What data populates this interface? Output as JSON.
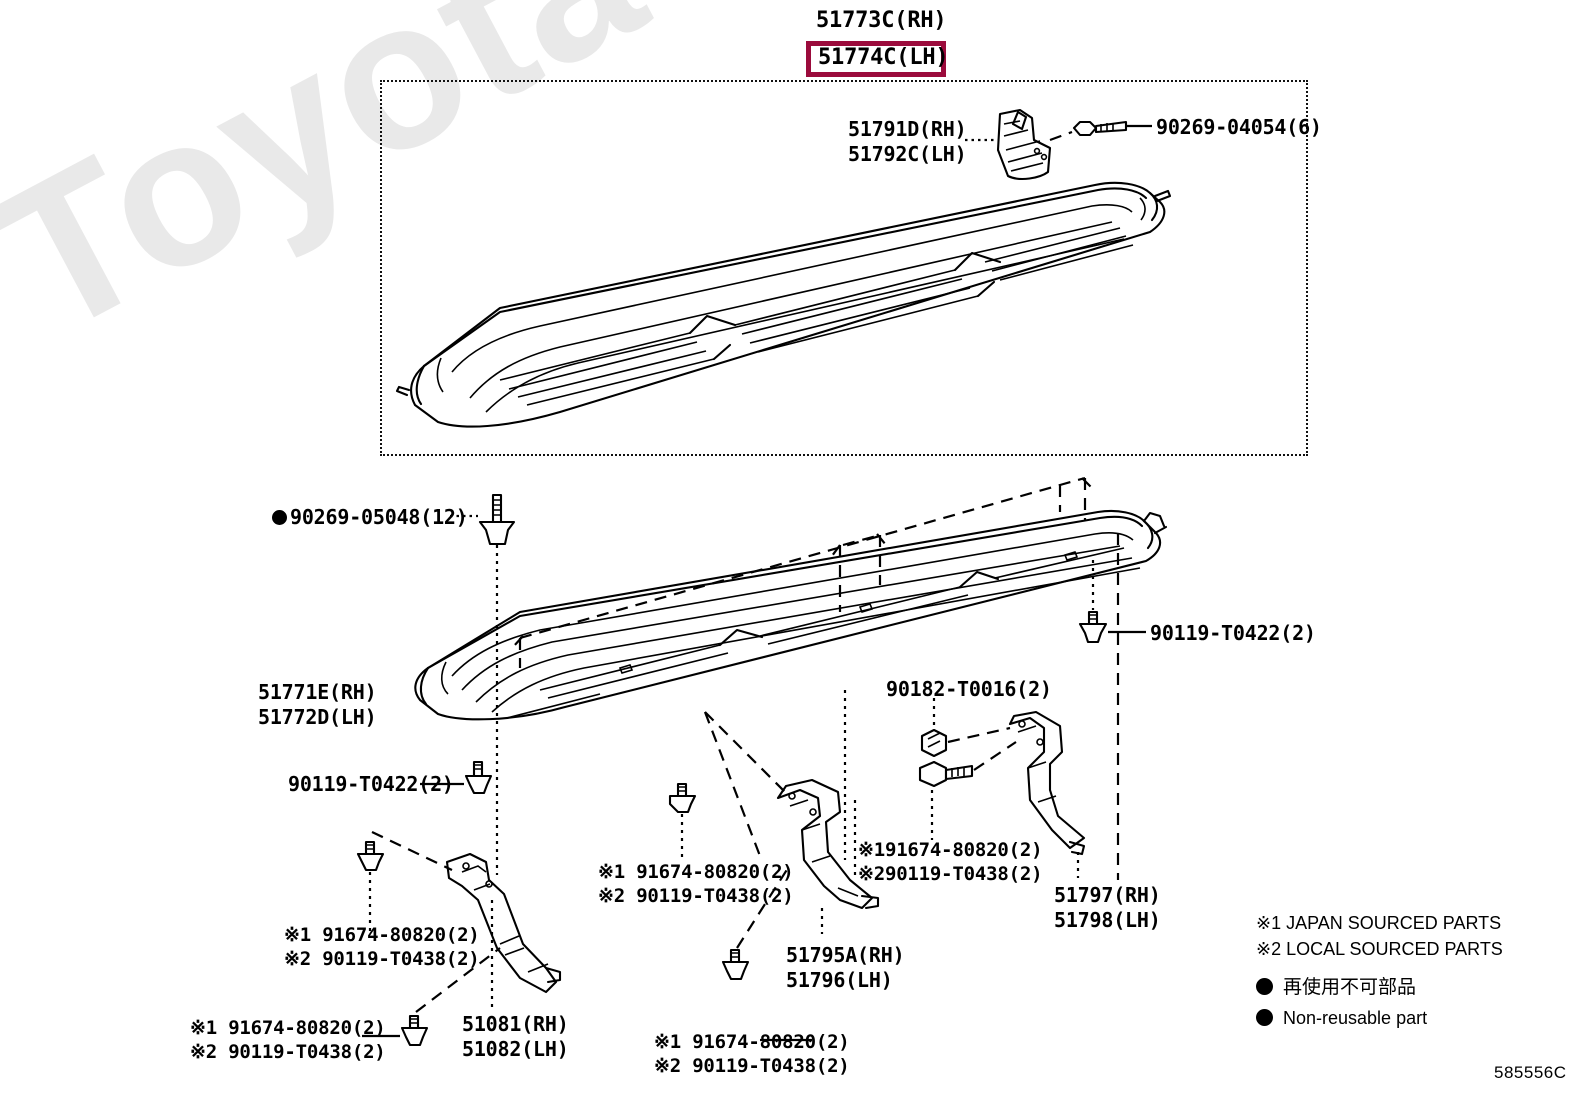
{
  "diagram": {
    "title_top_rh": "51773C(RH)",
    "title_top_lh": "51774C(LH)",
    "highlight_color": "#9b0b3c",
    "corner_code": "585556C",
    "watermark": "ToyotaCarMine.ru"
  },
  "labels": {
    "mudguard_rh": "51791D(RH)",
    "mudguard_lh": "51792C(LH)",
    "clip_90269_04054": "90269-04054(6)",
    "clip_90269_05048": "90269-05048(12)",
    "board_rh": "51771E(RH)",
    "board_lh": "51772D(LH)",
    "bolt_left_90119": "90119-T0422(2)",
    "bolt_right_90119": "90119-T0422(2)",
    "nut_90182": "90182-T0016(2)",
    "bracket_rear_rh": "51797(RH)",
    "bracket_rear_lh": "51798(LH)",
    "bracket_mid_rh": "51795A(RH)",
    "bracket_mid_lh": "51796(LH)",
    "bracket_front_rh": "51081(RH)",
    "bracket_front_lh": "51082(LH)",
    "note_a1": "※1 91674-80820(2)",
    "note_a2": "※2 90119-T0438(2)",
    "note_b1": "※1 91674-80820(2)",
    "note_b2": "※2 90119-T0438(2)",
    "note_c1": "※191674-80820(2)",
    "note_c2": "※290119-T0438(2)",
    "note_d1": "※1 91674-80820(2)",
    "note_d2": "※2 90119-T0438(2)",
    "note_e1": "※1 91674-80820(2)",
    "note_e2": "※2 90119-T0438(2)"
  },
  "legend": {
    "japan_sourced": "※1 JAPAN SOURCED PARTS",
    "local_sourced": "※2 LOCAL SOURCED PARTS",
    "non_reusable_jp": "再使用不可部品",
    "non_reusable_en": "Non-reusable part"
  }
}
